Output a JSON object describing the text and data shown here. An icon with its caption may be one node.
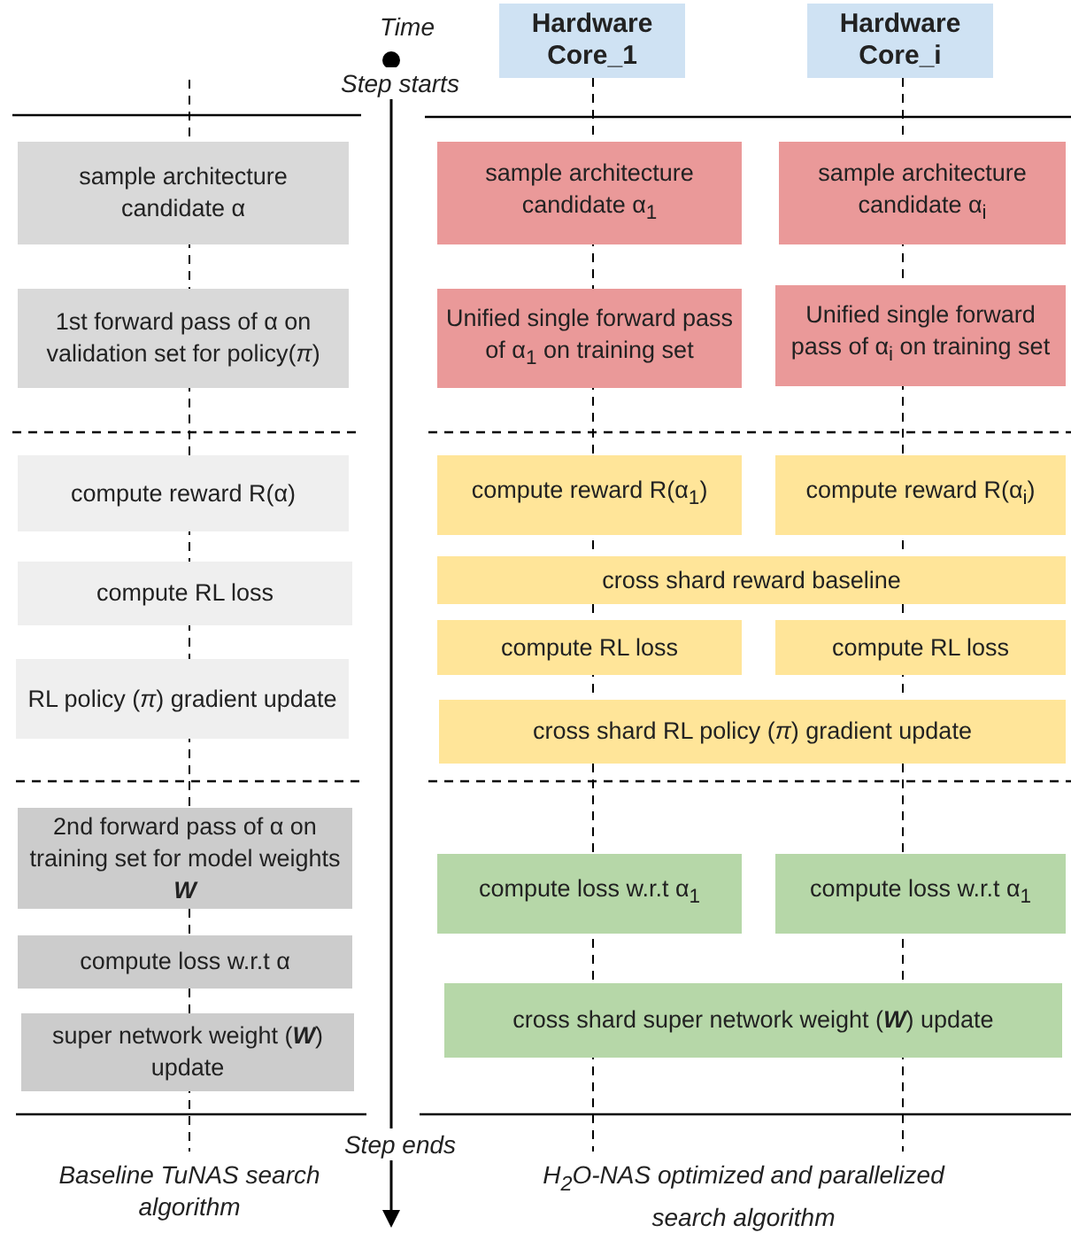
{
  "diagram": {
    "nodes": [
      {
        "text": [
          "Hardware Core_1"
        ]
      },
      {
        "text": [
          "Hardware Core_i"
        ]
      },
      {
        "text": [
          "sample architecture candidate α"
        ]
      },
      {
        "text": [
          "1st forward pass  of α on validation set for policy(*π*)"
        ]
      },
      {
        "text": [
          "compute reward R(α)"
        ]
      },
      {
        "text": [
          "compute RL loss"
        ]
      },
      {
        "text": [
          "RL policy (*π*) gradient update"
        ]
      },
      {
        "text": [
          "2nd forward pass  of α on training set for model weights **W**"
        ]
      },
      {
        "text": [
          "compute loss w.r.t α"
        ]
      },
      {
        "text": [
          "super network weight (**W**) update"
        ]
      },
      {
        "text": [
          "sample architecture candidate α$_{1}$"
        ]
      },
      {
        "text": [
          "sample architecture candidate α$_{i}$"
        ]
      },
      {
        "text": [
          "Unified single forward pass  of α$_{1}$ on training set"
        ]
      },
      {
        "text": [
          "Unified single forward pass of α$_{i}$ on training set"
        ]
      },
      {
        "text": [
          "compute reward R(α$_{1}$)"
        ]
      },
      {
        "text": [
          "compute reward R(α$_{i}$)"
        ]
      },
      {
        "text": [
          "cross shard reward baseline"
        ]
      },
      {
        "text": [
          "compute RL loss"
        ]
      },
      {
        "text": [
          "compute RL loss"
        ]
      },
      {
        "text": [
          "cross shard RL policy (*π*) gradient update"
        ]
      },
      {
        "text": [
          "compute loss w.r.t α$_{1}$"
        ]
      },
      {
        "text": [
          "compute loss w.r.t α$_{1}$"
        ]
      },
      {
        "text": [
          "cross shard super network weight (**W**) update"
        ]
      }
    ],
    "labels": [
      "Time",
      "Step starts",
      "Step ends",
      "Baseline TuNAS search algorithm",
      "H$_{2}$O-NAS optimized and parallelized search algorithm"
    ]
  }
}
